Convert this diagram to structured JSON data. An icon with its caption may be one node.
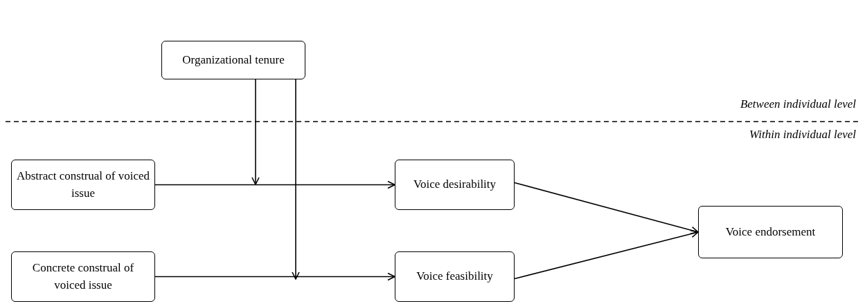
{
  "diagram": {
    "nodes": [
      {
        "text": [
          "Organizational tenure"
        ]
      },
      {
        "text": [
          "Abstract construal of voiced issue"
        ]
      },
      {
        "text": [
          "Voice desirability"
        ]
      },
      {
        "text": [
          "Concrete construal of voiced issue"
        ]
      },
      {
        "text": [
          "Voice feasibility"
        ]
      },
      {
        "text": [
          "Voice endorsement"
        ]
      }
    ],
    "edges": [
      {
        "from": 0,
        "to": null,
        "arrow": "to"
      },
      {
        "from": 0,
        "to": null,
        "arrow": "to"
      },
      {
        "from": 1,
        "to": 2,
        "arrow": "to"
      },
      {
        "from": 3,
        "to": 4,
        "arrow": "to"
      },
      {
        "from": 2,
        "to": 5,
        "arrow": "to"
      },
      {
        "from": 4,
        "to": 5,
        "arrow": "to"
      }
    ],
    "labels": [
      "Between individual level",
      "Within individual level"
    ]
  }
}
